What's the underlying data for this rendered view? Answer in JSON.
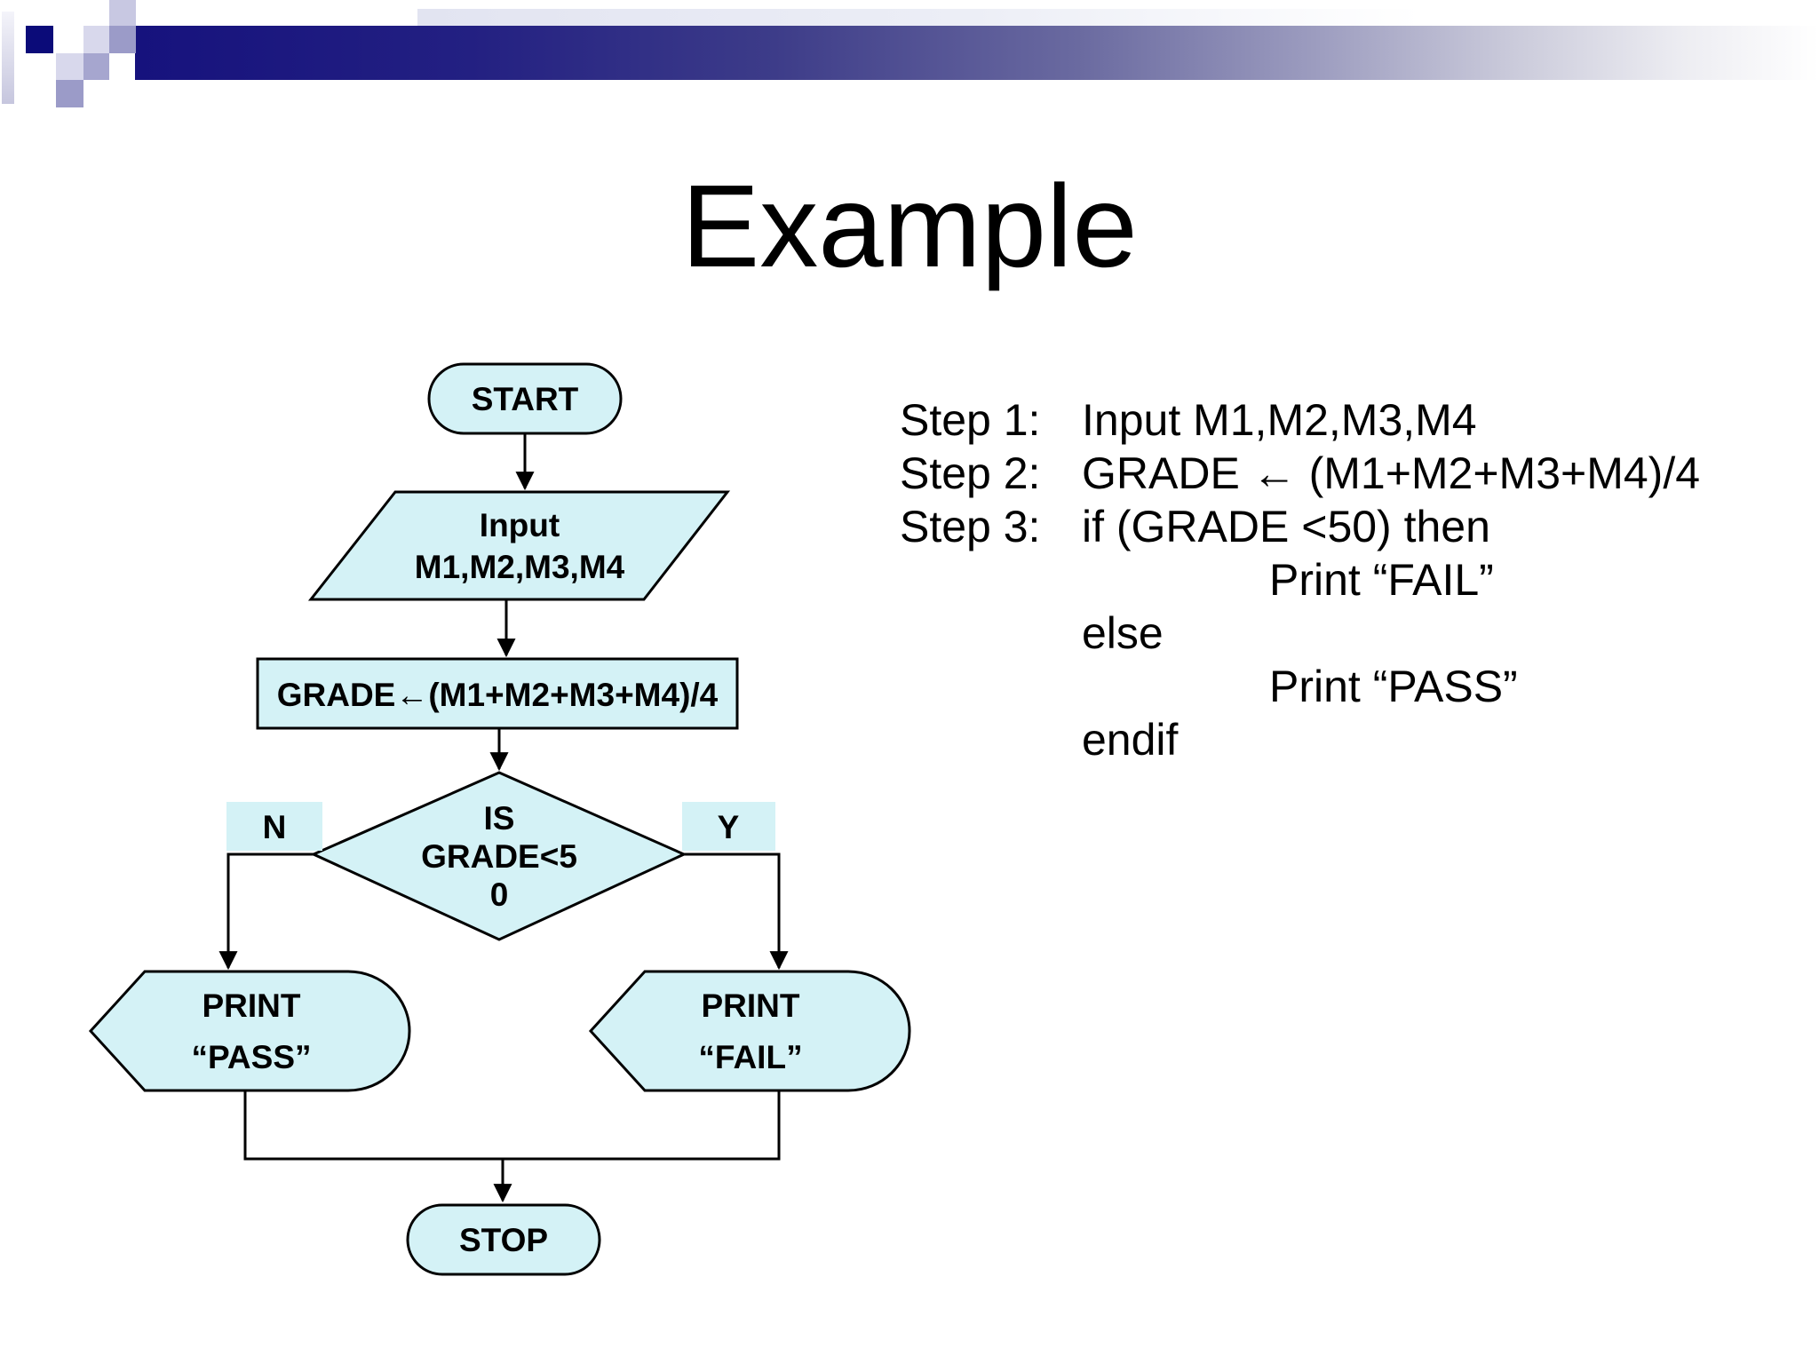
{
  "title": "Example",
  "flowchart": {
    "start": "START",
    "input": [
      "Input",
      "M1,M2,M3,M4"
    ],
    "process": "GRADE←(M1+M2+M3+M4)/4",
    "decision": [
      "IS",
      "GRADE<5",
      "0"
    ],
    "no_label": "N",
    "yes_label": "Y",
    "print_pass": [
      "PRINT",
      "“PASS”"
    ],
    "print_fail": [
      "PRINT",
      "“FAIL”"
    ],
    "stop": "STOP"
  },
  "pseudocode": {
    "lines": [
      {
        "label": "Step 1:",
        "text": "Input M1,M2,M3,M4"
      },
      {
        "label": "Step 2:",
        "text": "GRADE ← (M1+M2+M3+M4)/4"
      },
      {
        "label": "Step 3:",
        "text": "if (GRADE <50) then"
      },
      {
        "label": "",
        "text": "Print “FAIL”"
      },
      {
        "label": "",
        "text": "else"
      },
      {
        "label": "",
        "text": "Print “PASS”"
      },
      {
        "label": "",
        "text": "endif"
      }
    ]
  },
  "colors": {
    "shape-fill": "#d4f2f6",
    "shape-stroke": "#000000",
    "text": "#000000",
    "bar-navy": "#16127d",
    "sq-navy": "#0b0b79",
    "sq-light": "#c8c8e2",
    "sq-light2": "#d8d8ec",
    "sq-medium": "#9b9bc8",
    "sq-medium2": "#a6a6cf"
  }
}
